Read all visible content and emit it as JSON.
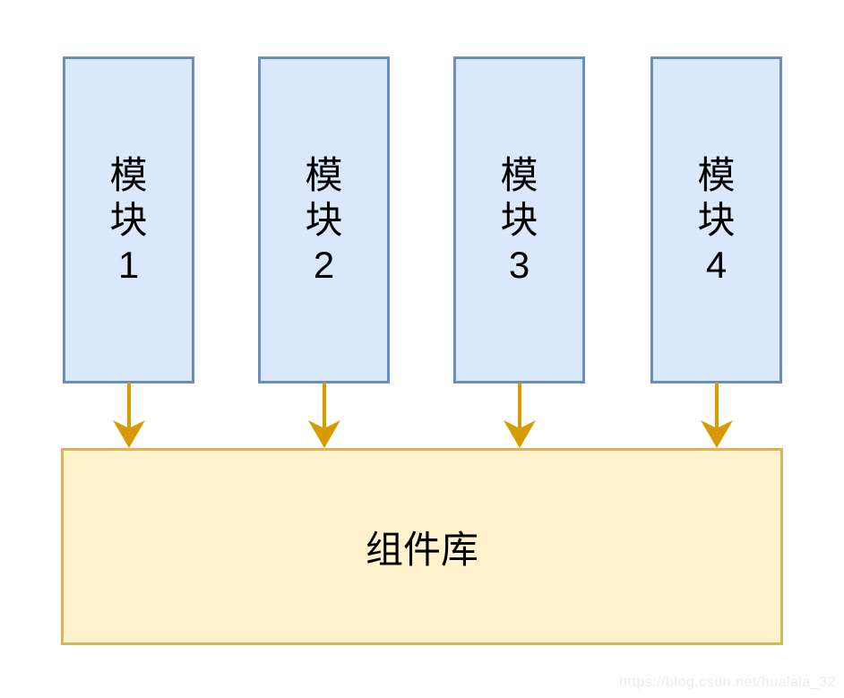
{
  "diagram": {
    "title": "modules-to-component-library",
    "modules": [
      {
        "label": "模\n块\n1"
      },
      {
        "label": "模\n块\n2"
      },
      {
        "label": "模\n块\n3"
      },
      {
        "label": "模\n块\n4"
      }
    ],
    "library": {
      "label": "组件库"
    },
    "arrows": [
      {
        "from": "module-1",
        "to": "library"
      },
      {
        "from": "module-2",
        "to": "library"
      },
      {
        "from": "module-3",
        "to": "library"
      },
      {
        "from": "module-4",
        "to": "library"
      }
    ],
    "watermark": "https://blog.csdn.net/hualala_32",
    "colors": {
      "module_fill": "#dae8fc",
      "module_border": "#6c8ebf",
      "library_fill": "#fff2cc",
      "library_border": "#d6b656",
      "arrow": "#d79b00",
      "text": "#000000",
      "watermark": "#ececec",
      "background": "#ffffff"
    }
  }
}
